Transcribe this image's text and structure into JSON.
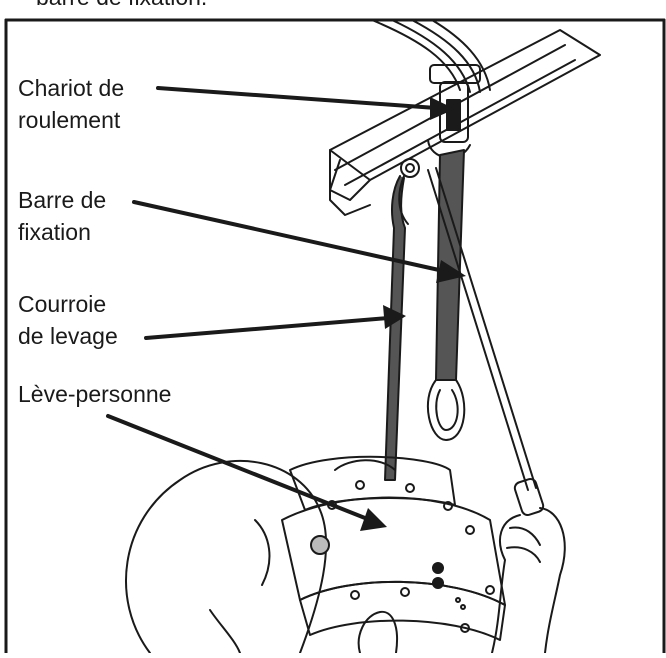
{
  "page": {
    "top_text_fragment": "barre de fixation."
  },
  "labels": {
    "trolley": {
      "line1": "Chariot de",
      "line2": "roulement"
    },
    "bar": {
      "line1": "Barre de",
      "line2": "fixation"
    },
    "strap": {
      "line1": "Courroie",
      "line2": "de levage"
    },
    "lift": {
      "line1": "Lève-personne"
    }
  },
  "colors": {
    "line": "#1a1a1a",
    "strap_fill": "#555555",
    "frame": "#1a1a1a"
  }
}
